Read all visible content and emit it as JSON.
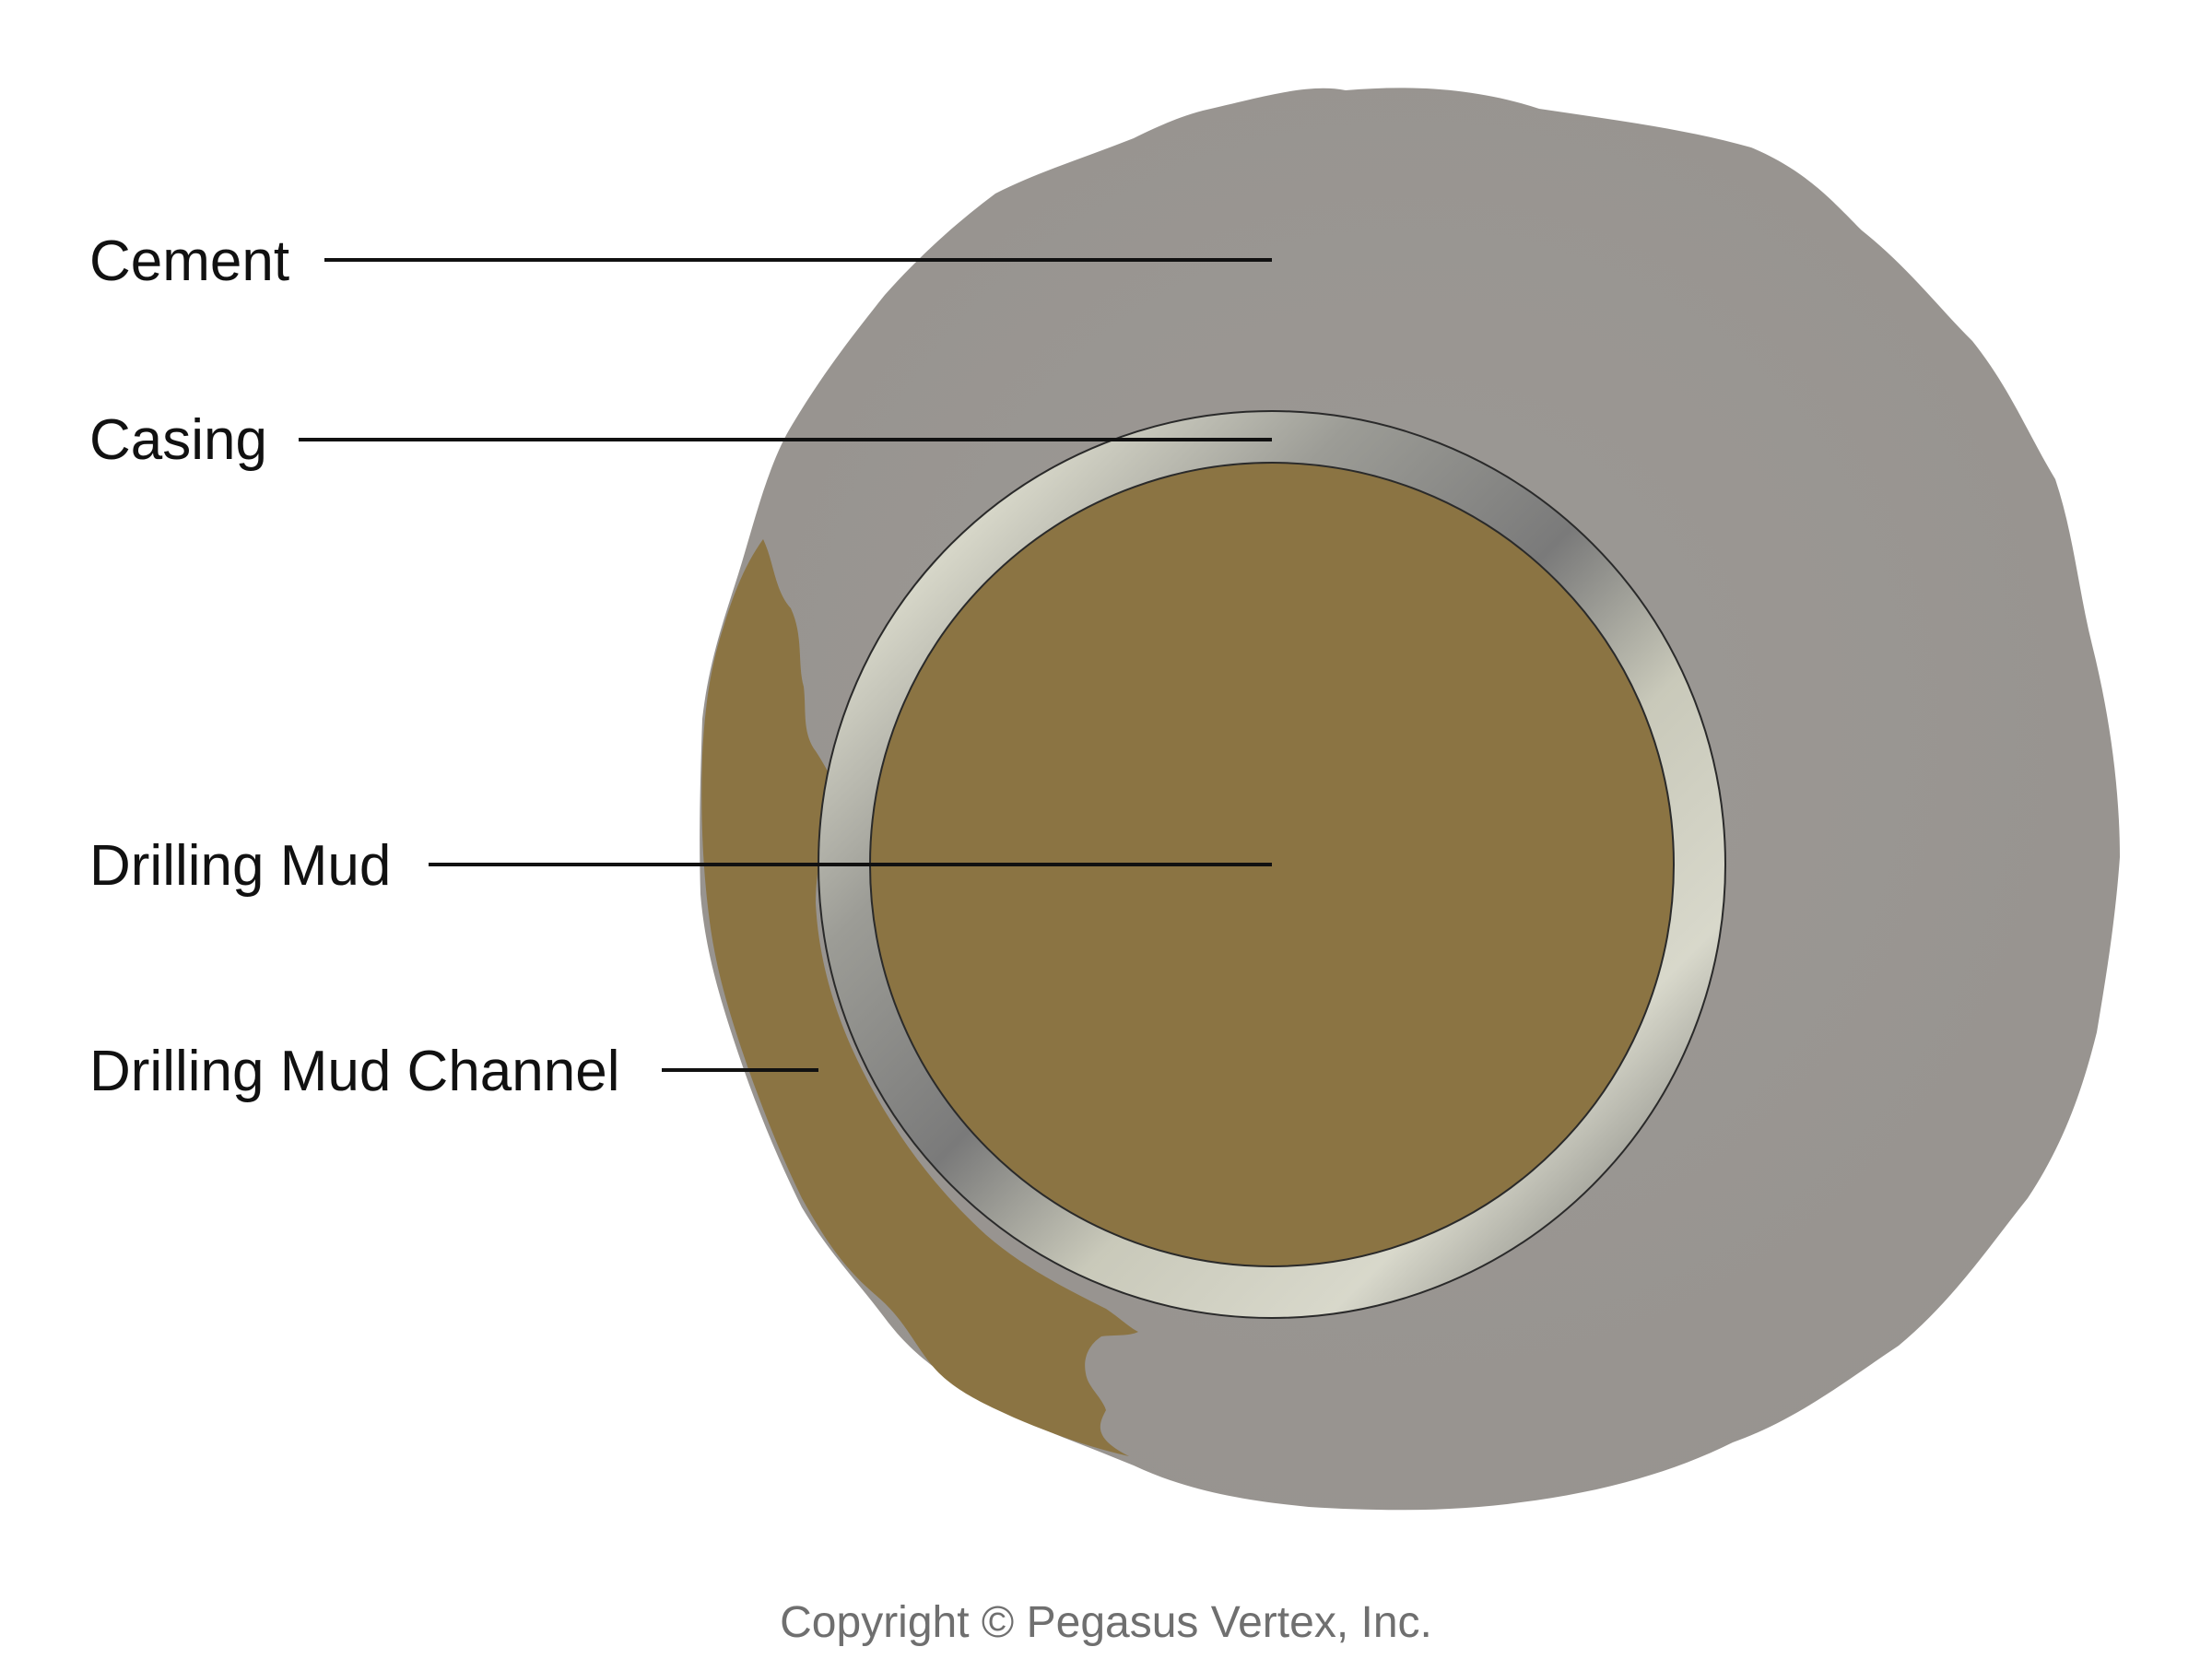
{
  "labels": {
    "cement": "Cement",
    "casing": "Casing",
    "drilling_mud": "Drilling Mud",
    "drilling_mud_channel": "Drilling Mud Channel"
  },
  "footer": {
    "copyright": "Copyright © Pegasus Vertex, Inc."
  },
  "colors": {
    "cement": "#9a9794",
    "drilling_mud": "#8b7443",
    "casing_light": "#d2d2c4",
    "casing_dark": "#7d7d7d",
    "text": "#111111",
    "footer_text": "#6f6f6f"
  }
}
